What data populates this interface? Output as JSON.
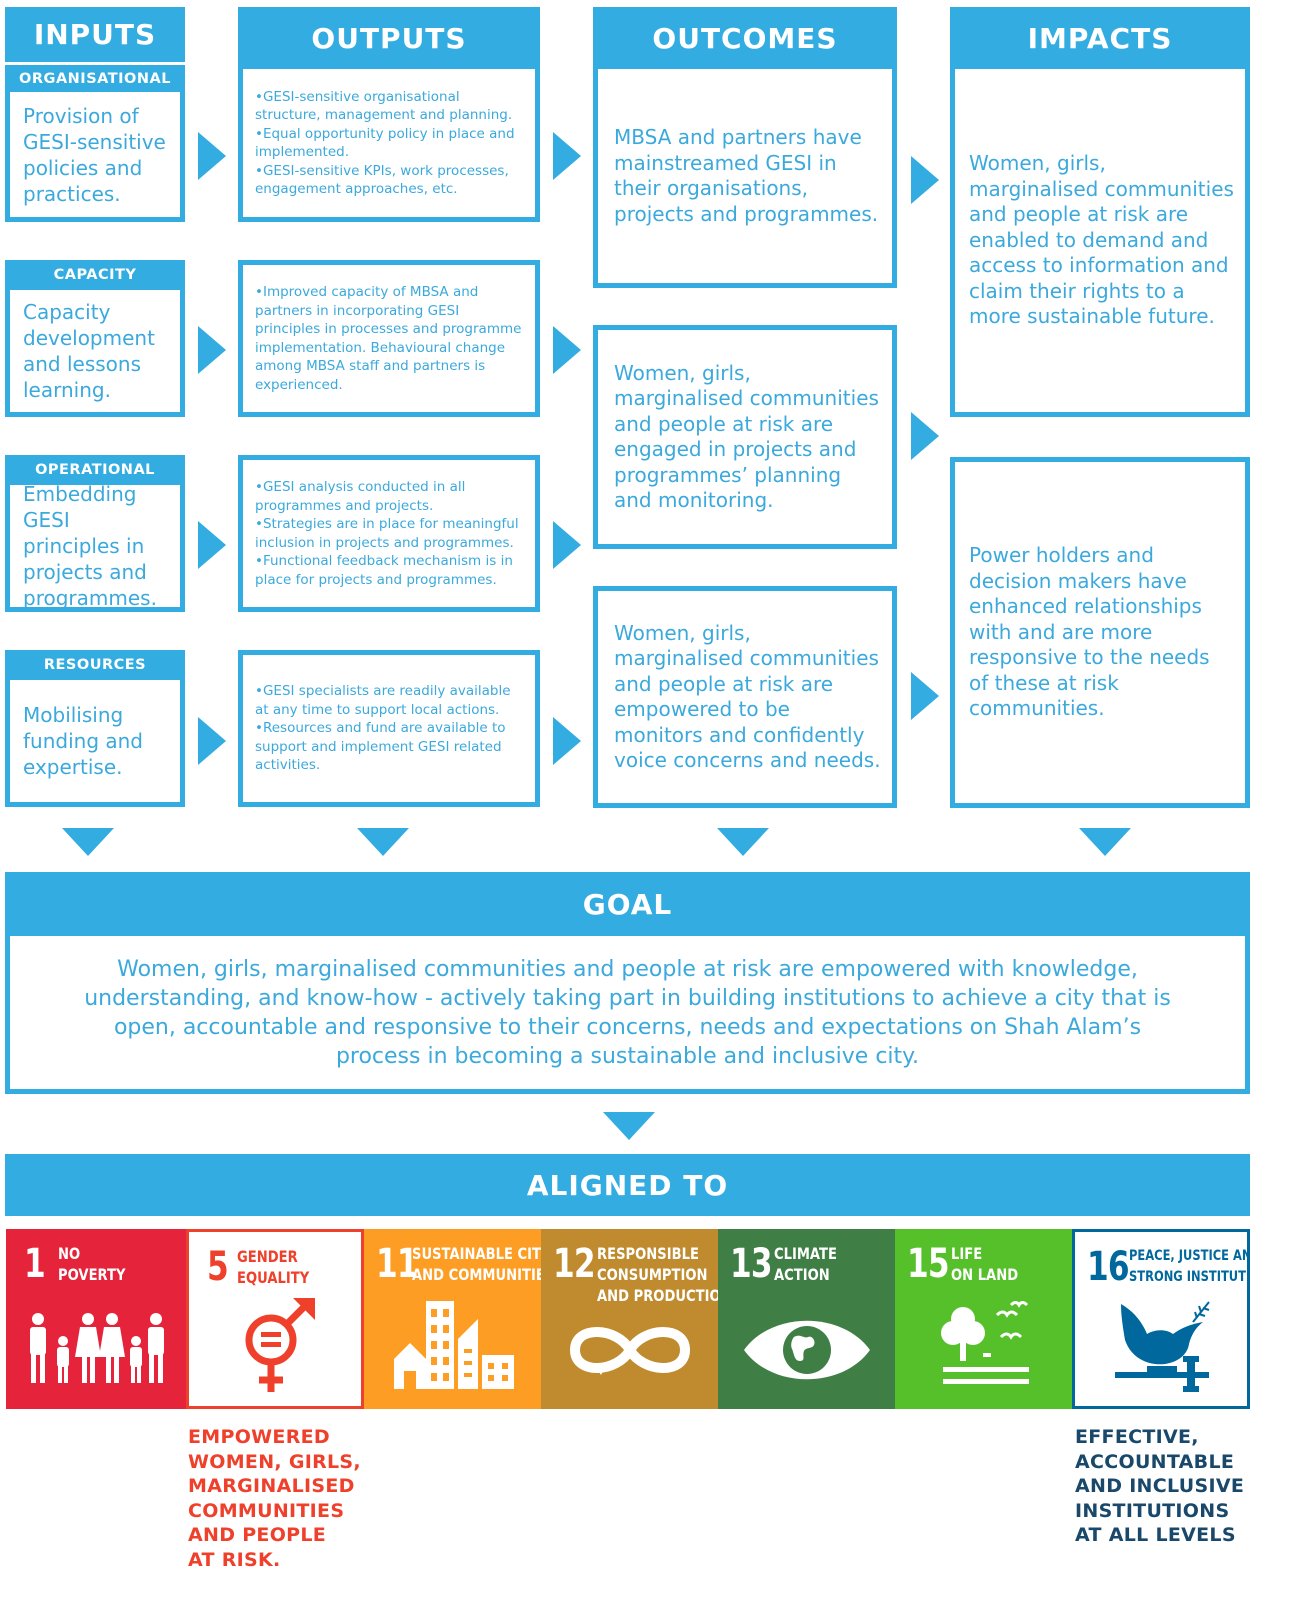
{
  "columns": {
    "inputs": "INPUTS",
    "outputs": "OUTPUTS",
    "outcomes": "OUTCOMES",
    "impacts": "IMPACTS"
  },
  "inputs": [
    {
      "header": "ORGANISATIONAL",
      "text": "Provision of GESI-sensitive policies and practices."
    },
    {
      "header": "CAPACITY",
      "text": "Capacity development and lessons learning."
    },
    {
      "header": "OPERATIONAL",
      "text": "Embedding GESI principles in projects and programmes."
    },
    {
      "header": "RESOURCES",
      "text": "Mobilising funding and expertise."
    }
  ],
  "outputs": [
    {
      "lines": [
        "•GESI-sensitive organisational structure, management and planning.",
        "•Equal opportunity policy in place and implemented.",
        "•GESI-sensitive KPIs, work processes, engagement approaches, etc."
      ]
    },
    {
      "lines": [
        "•Improved capacity of MBSA and partners in incorporating GESI principles in processes and programme implementation. Behavioural change among MBSA staff and partners is experienced."
      ]
    },
    {
      "lines": [
        "•GESI analysis conducted in all programmes and projects.",
        "•Strategies are in place for meaningful inclusion in projects and programmes.",
        "•Functional feedback mechanism is in place for projects and programmes."
      ]
    },
    {
      "lines": [
        "•GESI specialists are readily available at any time to support local actions.",
        "•Resources and fund are available to support and implement GESI related activities."
      ]
    }
  ],
  "outcomes": [
    "MBSA and partners have mainstreamed GESI in their organisations, projects and programmes.",
    "Women, girls, marginalised communities and people at risk are engaged in projects and programmes’ planning and monitoring.",
    "Women, girls, marginalised communities and people at risk are empowered to be monitors and confidently voice concerns and needs."
  ],
  "impacts": [
    "Women, girls, marginalised communities and people at risk are enabled to demand and access to information and claim their rights to a more sustainable future.",
    "Power holders and decision makers have enhanced relationships with and are more responsive to the needs of these at risk communities."
  ],
  "goal": {
    "header": "GOAL",
    "text": "Women, girls, marginalised communities and people at risk are empowered with knowledge, understanding, and know-how - actively taking part in building institutions to achieve a city that is open, accountable and responsive to their concerns, needs and expectations on Shah Alam’s process in becoming a sustainable and inclusive city."
  },
  "aligned": {
    "header": "ALIGNED TO"
  },
  "sdgs": [
    {
      "number": "1",
      "title": [
        "NO",
        "POVERTY"
      ],
      "color": "#e5243b",
      "icon": "family-icon"
    },
    {
      "number": "5",
      "title": [
        "GENDER",
        "EQUALITY"
      ],
      "color": "#ef402b",
      "icon": "gender-equality-icon"
    },
    {
      "number": "11",
      "title": [
        "SUSTAINABLE CITIES",
        "AND COMMUNITIES"
      ],
      "color": "#fd9d24",
      "icon": "city-icon"
    },
    {
      "number": "12",
      "title": [
        "RESPONSIBLE",
        "CONSUMPTION",
        "AND PRODUCTION"
      ],
      "color": "#bf8b2e",
      "icon": "infinity-loop-icon"
    },
    {
      "number": "13",
      "title": [
        "CLIMATE",
        "ACTION"
      ],
      "color": "#3f7e44",
      "icon": "eye-globe-icon"
    },
    {
      "number": "15",
      "title": [
        "LIFE",
        "ON LAND"
      ],
      "color": "#56c02b",
      "icon": "tree-birds-icon"
    },
    {
      "number": "16",
      "title": [
        "PEACE, JUSTICE AND",
        "STRONG INSTITUTIONS"
      ],
      "color": "#00689d",
      "icon": "dove-gavel-icon"
    }
  ],
  "bottom_labels": {
    "left": [
      "EMPOWERED",
      "WOMEN, GIRLS,",
      "MARGINALISED",
      "COMMUNITIES",
      "AND PEOPLE",
      "AT RISK."
    ],
    "left_color": "#ef402b",
    "right": [
      "EFFECTIVE,",
      "ACCOUNTABLE",
      "AND INCLUSIVE",
      "INSTITUTIONS",
      "AT ALL LEVELS"
    ],
    "right_color": "#19486a"
  },
  "colors": {
    "accent": "#33ace1",
    "text": "#3ba9dc"
  }
}
